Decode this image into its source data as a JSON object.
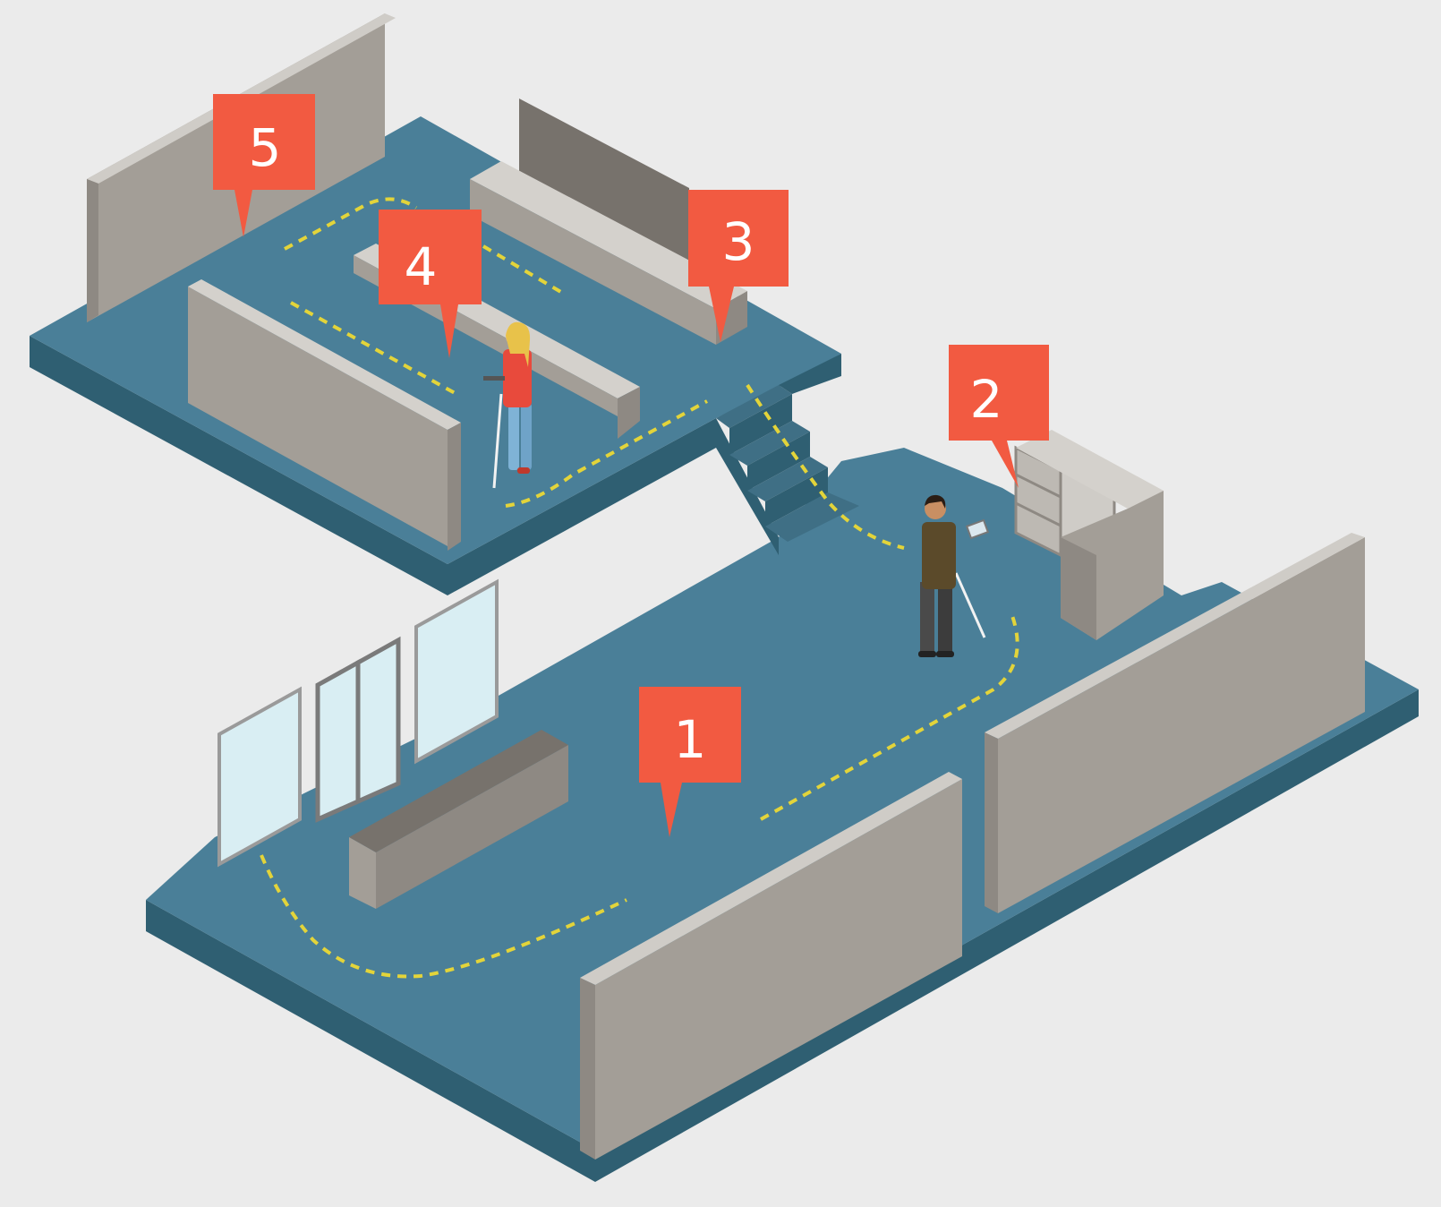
{
  "colors": {
    "background": "#ebebeb",
    "floor_top": "#4a7f98",
    "floor_side": "#2f5f72",
    "wall_front": "#a39e97",
    "wall_top": "#cfccc7",
    "wall_dark": "#77726c",
    "marker": "#f25a41",
    "marker_text": "#ffffff",
    "guide_path": "#e3d43a",
    "glass": "#d9eef3"
  },
  "markers": [
    {
      "id": "marker-1",
      "label": "1"
    },
    {
      "id": "marker-2",
      "label": "2"
    },
    {
      "id": "marker-3",
      "label": "3"
    },
    {
      "id": "marker-4",
      "label": "4"
    },
    {
      "id": "marker-5",
      "label": "5"
    }
  ],
  "figures": [
    {
      "id": "woman-with-cane",
      "icon": "person-with-white-cane-icon"
    },
    {
      "id": "man-with-cane",
      "icon": "person-with-white-cane-icon"
    }
  ]
}
